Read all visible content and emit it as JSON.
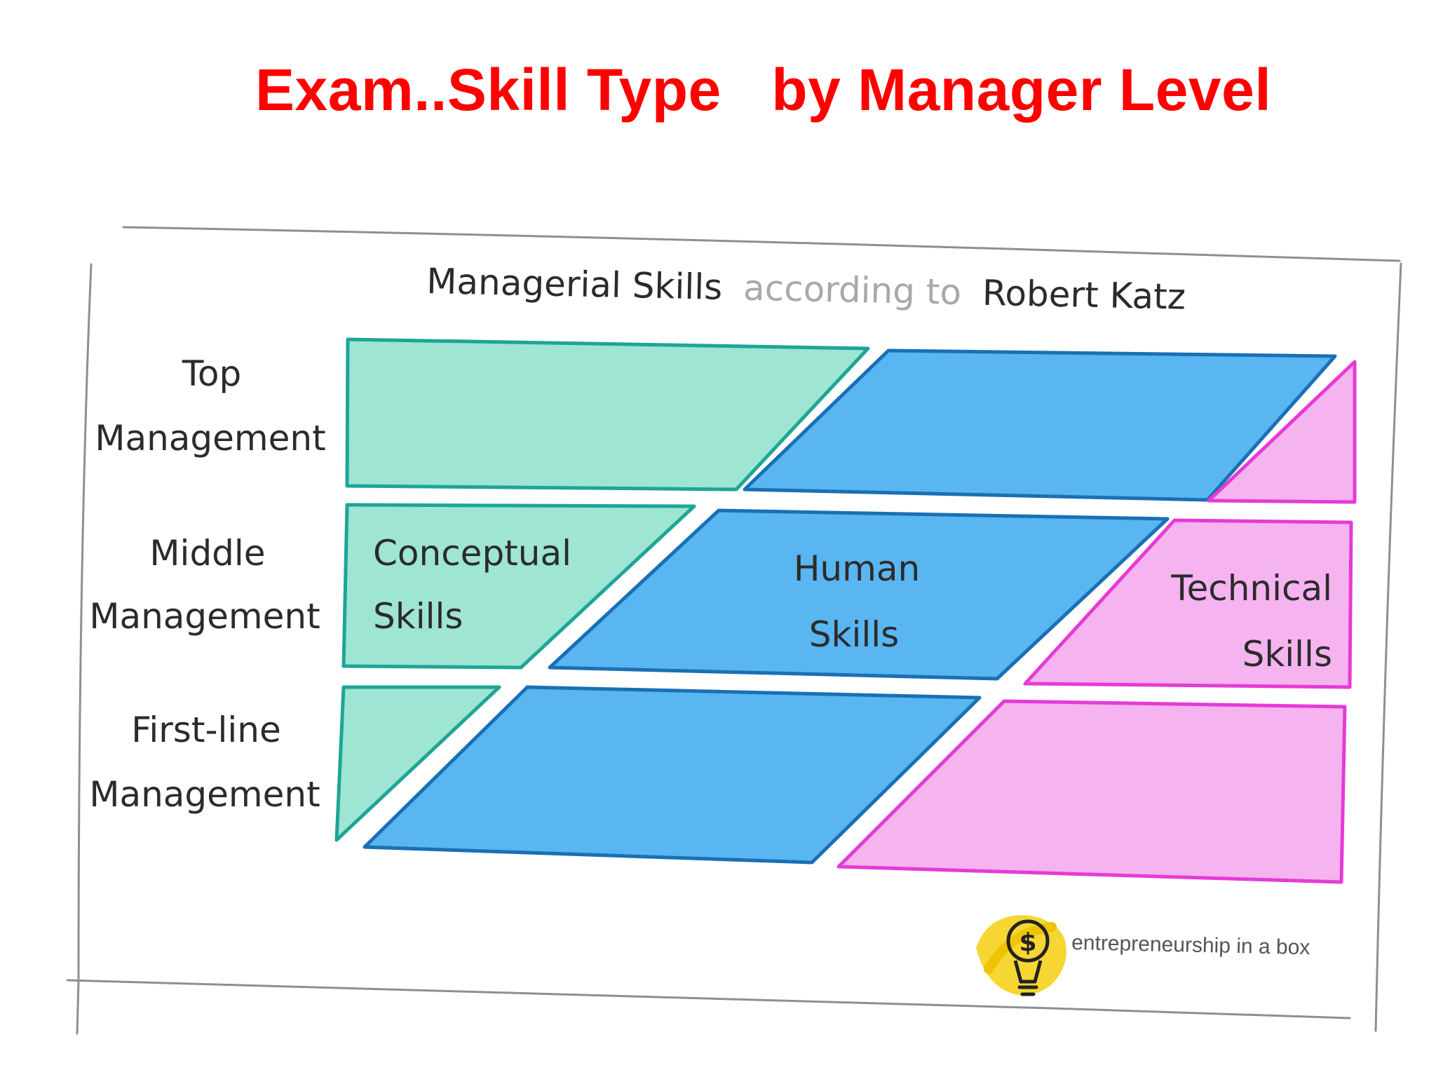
{
  "slide": {
    "title": "Exam..Skill Type   by Manager Level"
  },
  "diagram": {
    "heading": {
      "part1": "Managerial Skills",
      "part2": "according to",
      "part3": "Robert Katz"
    },
    "levels": [
      {
        "line1": "Top",
        "line2": "Management"
      },
      {
        "line1": "Middle",
        "line2": "Management"
      },
      {
        "line1": "First-line",
        "line2": "Management"
      }
    ],
    "skills": [
      {
        "line1": "Conceptual",
        "line2": "Skills",
        "fill": "#9ee5d3",
        "stroke": "#1ea596"
      },
      {
        "line1": "Human",
        "line2": "Skills",
        "fill": "#59b6f0",
        "stroke": "#1a6fb5"
      },
      {
        "line1": "Technical",
        "line2": "Skills",
        "fill": "#f5b3ef",
        "stroke": "#e53bd6"
      }
    ],
    "brand": {
      "text": "entrepreneurship in a box",
      "icon": "lightbulb-dollar-icon"
    }
  }
}
